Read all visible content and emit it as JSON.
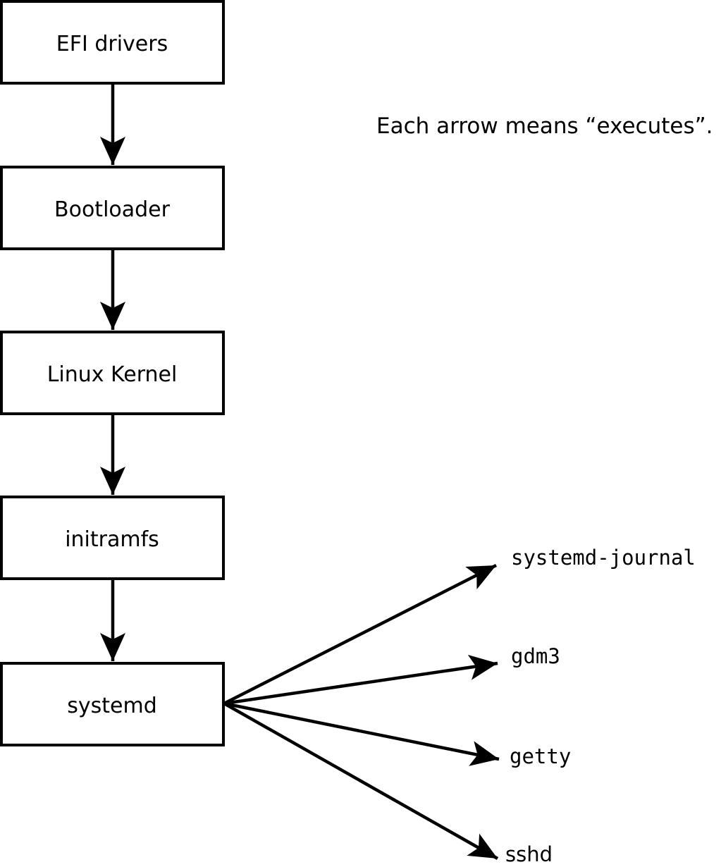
{
  "diagram": {
    "annotation": "Each arrow means “executes”.",
    "arrow_meaning": "executes",
    "colors": {
      "background": "#ffffff",
      "line": "#000000",
      "text": "#000000"
    },
    "boot_chain": [
      {
        "label": "EFI drivers"
      },
      {
        "label": "Bootloader"
      },
      {
        "label": "Linux Kernel"
      },
      {
        "label": "initramfs"
      },
      {
        "label": "systemd"
      }
    ],
    "spawned_processes": [
      {
        "label": "systemd-journal"
      },
      {
        "label": "gdm3"
      },
      {
        "label": "getty"
      },
      {
        "label": "sshd"
      }
    ]
  }
}
